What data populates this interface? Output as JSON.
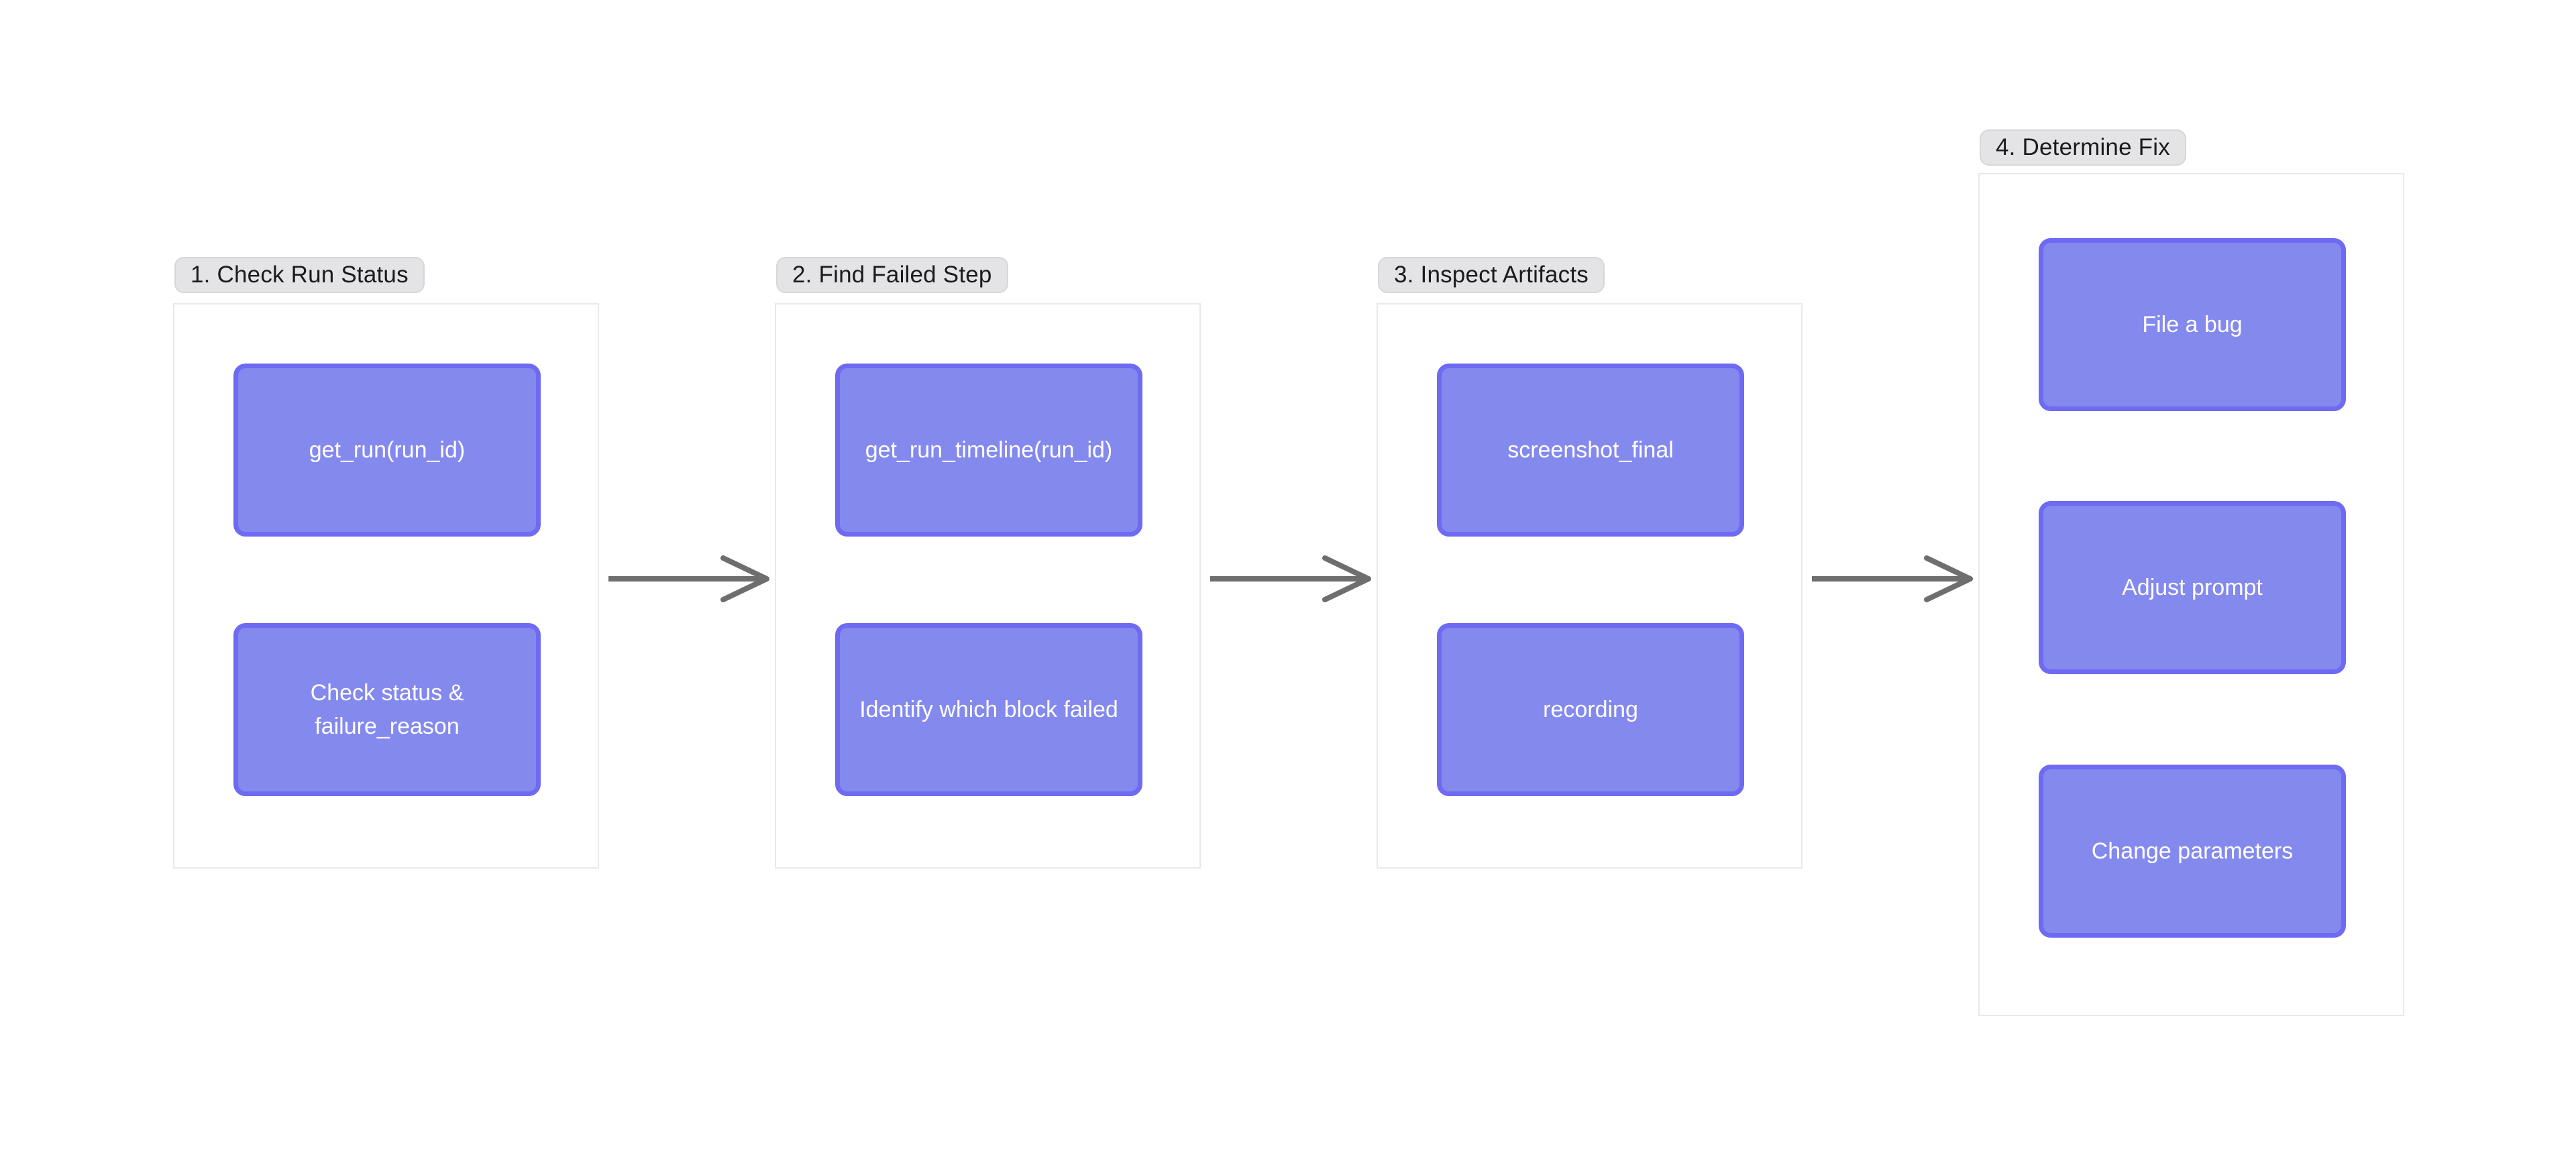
{
  "colors": {
    "background": "#ffffff",
    "group_border": "#e9e9eb",
    "label_bg": "#e4e4e6",
    "label_text": "#1b1b1d",
    "node_fill": "#8489ee",
    "node_border": "#6e6af2",
    "node_text": "#ffffff",
    "arrow": "#6e6e6e"
  },
  "groups": [
    {
      "label": "1. Check Run Status",
      "boxes": [
        "get_run(run_id)",
        "Check status & failure_reason"
      ]
    },
    {
      "label": "2. Find Failed Step",
      "boxes": [
        "get_run_timeline(run_id)",
        "Identify which block failed"
      ]
    },
    {
      "label": "3. Inspect Artifacts",
      "boxes": [
        "screenshot_final",
        "recording"
      ]
    },
    {
      "label": "4. Determine Fix",
      "boxes": [
        "File a bug",
        "Adjust prompt",
        "Change parameters"
      ]
    }
  ],
  "arrows": [
    {
      "from": "1. Check Run Status",
      "to": "2. Find Failed Step",
      "direction": "right"
    },
    {
      "from": "2. Find Failed Step",
      "to": "3. Inspect Artifacts",
      "direction": "right"
    },
    {
      "from": "3. Inspect Artifacts",
      "to": "4. Determine Fix",
      "direction": "right"
    }
  ]
}
